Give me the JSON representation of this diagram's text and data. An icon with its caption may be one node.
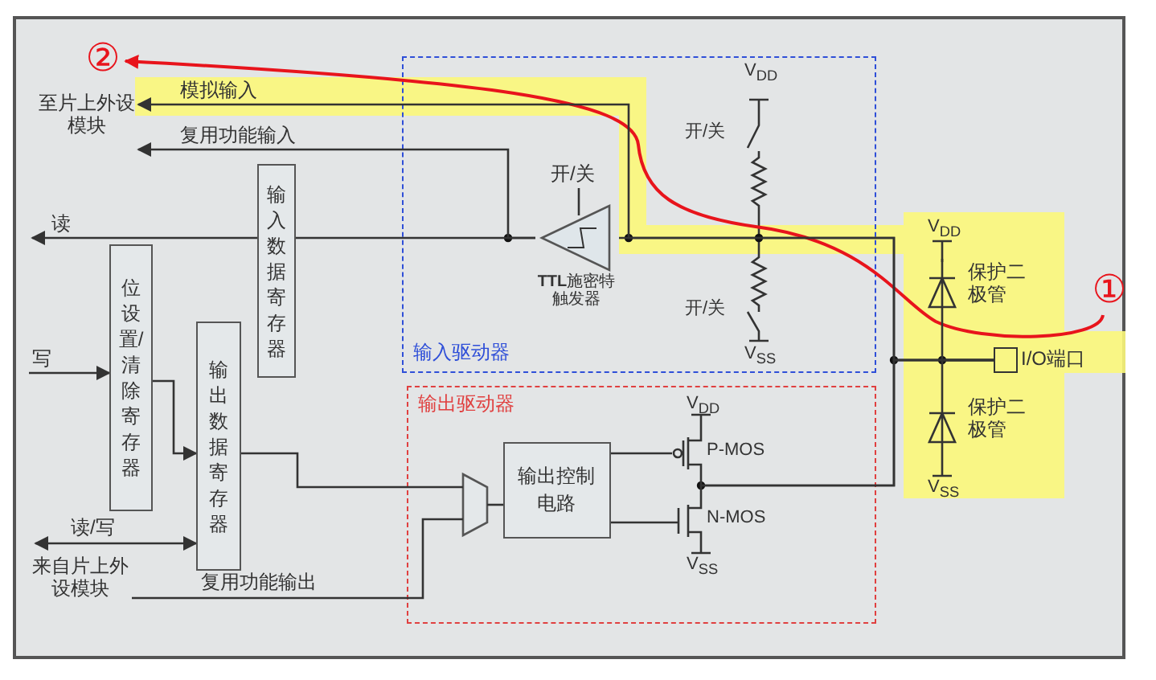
{
  "diagram": {
    "nodes": [
      {
        "text": [
          "②"
        ]
      },
      {
        "text": [
          "至片上外设模块"
        ]
      },
      {
        "text": [
          "输入数据寄存器"
        ]
      },
      {
        "text": [
          "位设置/清除寄存器"
        ]
      },
      {
        "text": [
          "输出数据寄存器"
        ]
      },
      {
        "text": [
          "来自片上外设模块"
        ]
      },
      {
        "text": [
          "输入驱动器"
        ]
      },
      {
        "text": [
          "**TTL**施密特触发器"
        ],
        "in": 6,
        "beside": [
          "开/关"
        ]
      },
      {
        "text": [
          "输出驱动器"
        ]
      },
      {
        "text": [],
        "shape": "trapezoid",
        "in": 8
      },
      {
        "text": [
          "输出控制电路"
        ],
        "in": 8
      },
      {
        "text": [
          "P-MOS"
        ],
        "in": 8
      },
      {
        "text": [
          "N-MOS"
        ],
        "in": 8
      },
      {
        "text": [
          "保护二极管"
        ]
      },
      {
        "text": [
          "保护二极管"
        ]
      },
      {
        "text": [
          "I/O端口"
        ]
      },
      {
        "text": [
          "①"
        ]
      }
    ],
    "edges": [
      {
        "from": 16,
        "to": 0,
        "arrow": "to",
        "color": "#e8141c"
      },
      {
        "from": 15,
        "to": 1,
        "label": "模拟输入",
        "arrow": "to"
      },
      {
        "from": 7,
        "to": 1,
        "label": "复用功能输入",
        "arrow": "to"
      },
      {
        "from": 7,
        "to": 2,
        "arrow": "none"
      },
      {
        "from": 2,
        "to": null,
        "label": "读",
        "arrow": "to"
      },
      {
        "from": null,
        "to": 3,
        "label": "写",
        "arrow": "to"
      },
      {
        "from": 3,
        "to": 4,
        "arrow": "to"
      },
      {
        "from": 5,
        "to": 4,
        "label": "读/写",
        "arrow": "both"
      },
      {
        "from": 4,
        "to": 9,
        "arrow": "none"
      },
      {
        "from": 5,
        "to": 9,
        "label": "复用功能输出",
        "arrow": "none"
      },
      {
        "from": 9,
        "to": 10,
        "arrow": "none"
      },
      {
        "from": 10,
        "to": 11,
        "arrow": "none"
      },
      {
        "from": 10,
        "to": 12,
        "arrow": "none"
      },
      {
        "from": 11,
        "to": 15,
        "arrow": "none"
      },
      {
        "from": 12,
        "to": 15,
        "arrow": "none"
      },
      {
        "from": 13,
        "to": 15,
        "arrow": "none"
      },
      {
        "from": 14,
        "to": 15,
        "arrow": "none"
      },
      {
        "from": 15,
        "to": 7,
        "arrow": "none"
      }
    ],
    "labels": [
      "V$_{DD}$",
      "开/关",
      "V$_{DD}$",
      "开/关",
      "V$_{SS}$",
      "V$_{DD}$",
      "V$_{SS}$",
      "V$_{SS}$"
    ]
  }
}
